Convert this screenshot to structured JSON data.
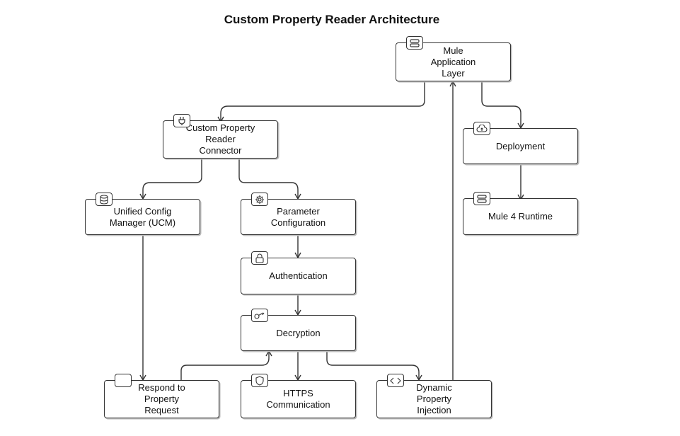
{
  "title": "Custom Property Reader Architecture",
  "nodes": {
    "mule_app": {
      "label": "Mule\nApplication\nLayer",
      "icon": "server-icon"
    },
    "connector": {
      "label": "Custom Property\nReader\nConnector",
      "icon": "plug-icon"
    },
    "deployment": {
      "label": "Deployment",
      "icon": "cloud-upload-icon"
    },
    "runtime": {
      "label": "Mule 4 Runtime",
      "icon": "server-icon"
    },
    "ucm": {
      "label": "Unified Config\nManager (UCM)",
      "icon": "database-icon"
    },
    "param_config": {
      "label": "Parameter\nConfiguration",
      "icon": "gear-icon"
    },
    "authentication": {
      "label": "Authentication",
      "icon": "lock-icon"
    },
    "decryption": {
      "label": "Decryption",
      "icon": "key-icon"
    },
    "respond": {
      "label": "Respond to\nProperty\nRequest",
      "icon": "blank-icon"
    },
    "https": {
      "label": "HTTPS\nCommunication",
      "icon": "shield-icon"
    },
    "injection": {
      "label": "Dynamic\nProperty\nInjection",
      "icon": "code-icon"
    }
  },
  "edges": [
    [
      "mule_app",
      "connector"
    ],
    [
      "mule_app",
      "deployment"
    ],
    [
      "deployment",
      "runtime"
    ],
    [
      "connector",
      "ucm"
    ],
    [
      "connector",
      "param_config"
    ],
    [
      "param_config",
      "authentication"
    ],
    [
      "authentication",
      "decryption"
    ],
    [
      "ucm",
      "respond"
    ],
    [
      "respond",
      "decryption"
    ],
    [
      "decryption",
      "https"
    ],
    [
      "decryption",
      "injection"
    ],
    [
      "injection",
      "mule_app"
    ]
  ]
}
